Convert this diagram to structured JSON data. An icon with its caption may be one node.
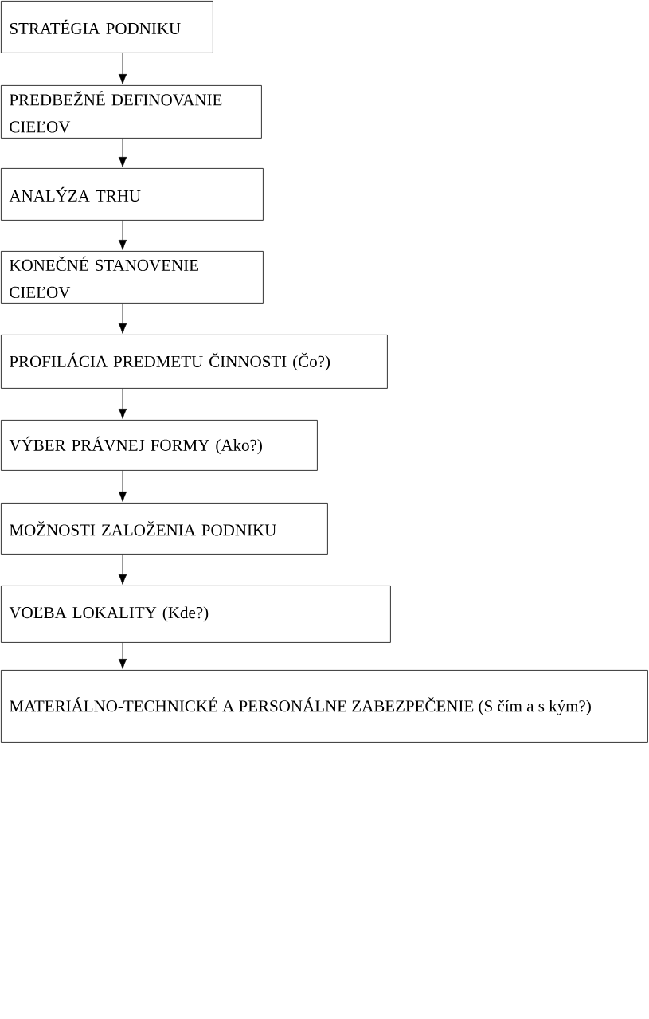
{
  "diagram": {
    "nodes": [
      {
        "text": [
          "STRATÉGIA PODNIKU"
        ]
      },
      {
        "text": [
          "PREDBEŽNÉ DEFINOVANIE CIEĽOV"
        ]
      },
      {
        "text": [
          "ANALÝZA TRHU"
        ]
      },
      {
        "text": [
          "KONEČNÉ STANOVENIE CIEĽOV"
        ]
      },
      {
        "text": [
          "PROFILÁCIA PREDMETU ČINNOSTI (Čo?)"
        ]
      },
      {
        "text": [
          "VÝBER PRÁVNEJ FORMY (Ako?)"
        ]
      },
      {
        "text": [
          "MOŽNOSTI ZALOŽENIA PODNIKU"
        ]
      },
      {
        "text": [
          "VOĽBA LOKALITY (Kde?)"
        ]
      },
      {
        "text": [
          "MATERIÁLNO-TECHNICKÉ A PERSONÁLNE ZABEZPEČENIE (S čím a s kým?)"
        ]
      }
    ],
    "edges": [
      {
        "from": 0,
        "to": 1,
        "arrow": "to"
      },
      {
        "from": 1,
        "to": 2,
        "arrow": "to"
      },
      {
        "from": 2,
        "to": 3,
        "arrow": "to"
      },
      {
        "from": 3,
        "to": 4,
        "arrow": "to"
      },
      {
        "from": 4,
        "to": 5,
        "arrow": "to"
      },
      {
        "from": 5,
        "to": 6,
        "arrow": "to"
      },
      {
        "from": 6,
        "to": 7,
        "arrow": "to"
      },
      {
        "from": 7,
        "to": 8,
        "arrow": "to"
      }
    ]
  }
}
